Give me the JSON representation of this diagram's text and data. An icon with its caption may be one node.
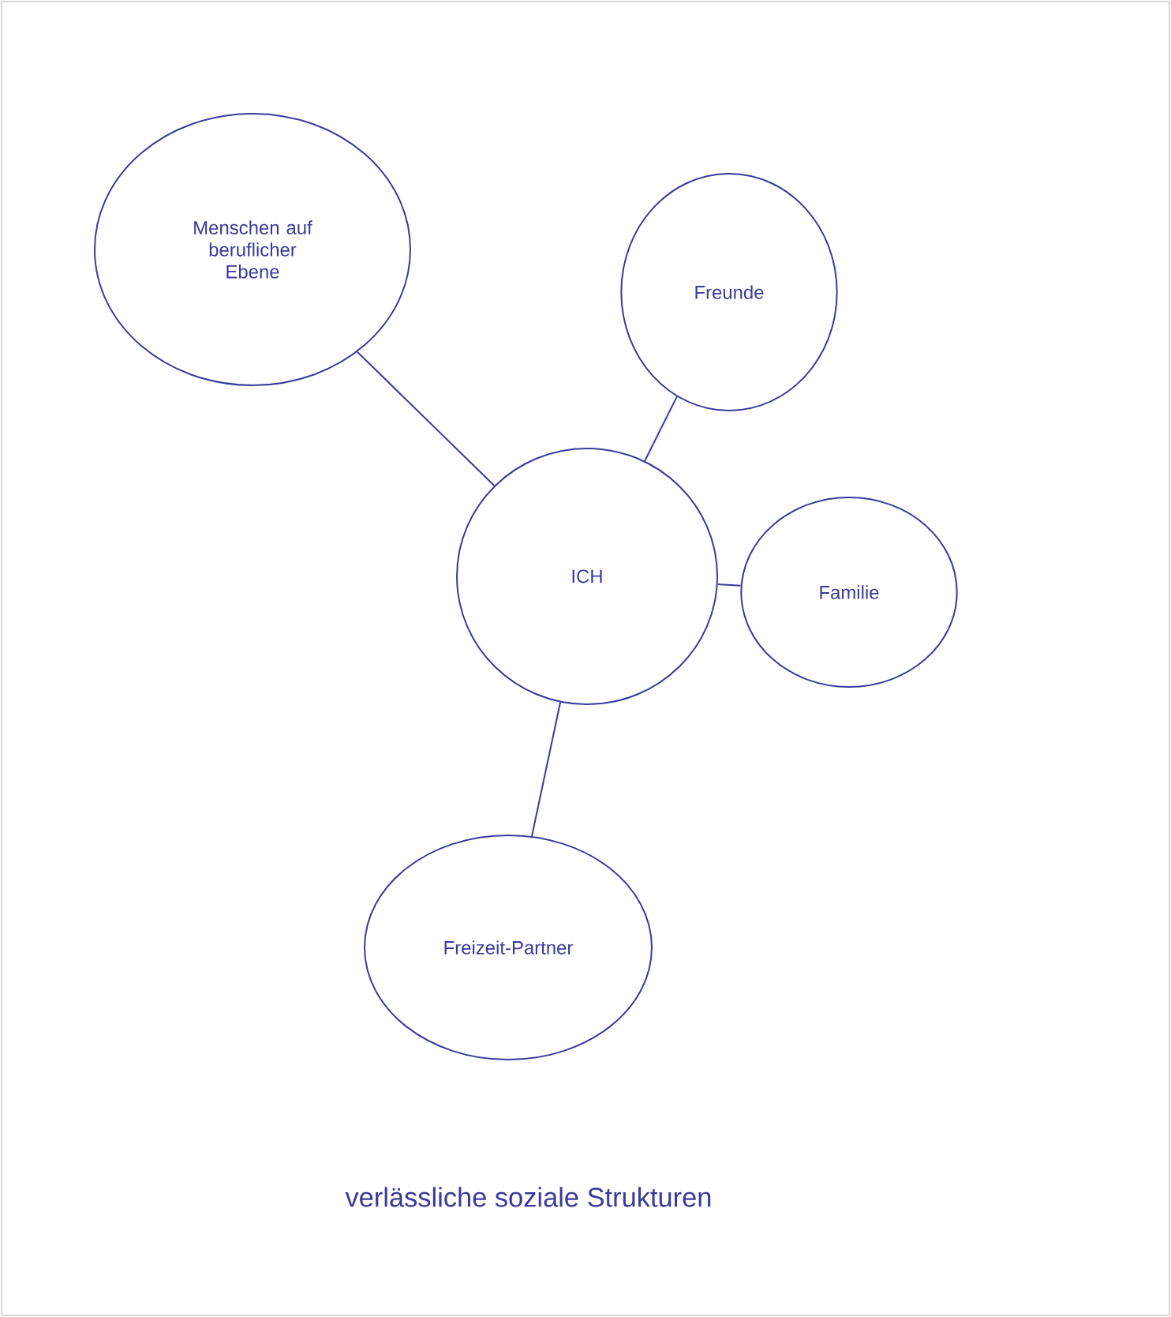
{
  "diagram": {
    "caption": "verlässliche soziale Strukturen",
    "nodes": [
      {
        "text": [
          "Menschen auf beruflicher Ebene"
        ]
      },
      {
        "text": [
          "Freunde"
        ]
      },
      {
        "text": [
          "ICH"
        ]
      },
      {
        "text": [
          "Familie"
        ]
      },
      {
        "text": [
          "Freizeit-Partner"
        ]
      }
    ],
    "edges": [
      {
        "from": 2,
        "to": 0,
        "arrow": "none"
      },
      {
        "from": 2,
        "to": 1,
        "arrow": "none"
      },
      {
        "from": 2,
        "to": 3,
        "arrow": "none"
      },
      {
        "from": 2,
        "to": 4,
        "arrow": "none"
      }
    ]
  }
}
